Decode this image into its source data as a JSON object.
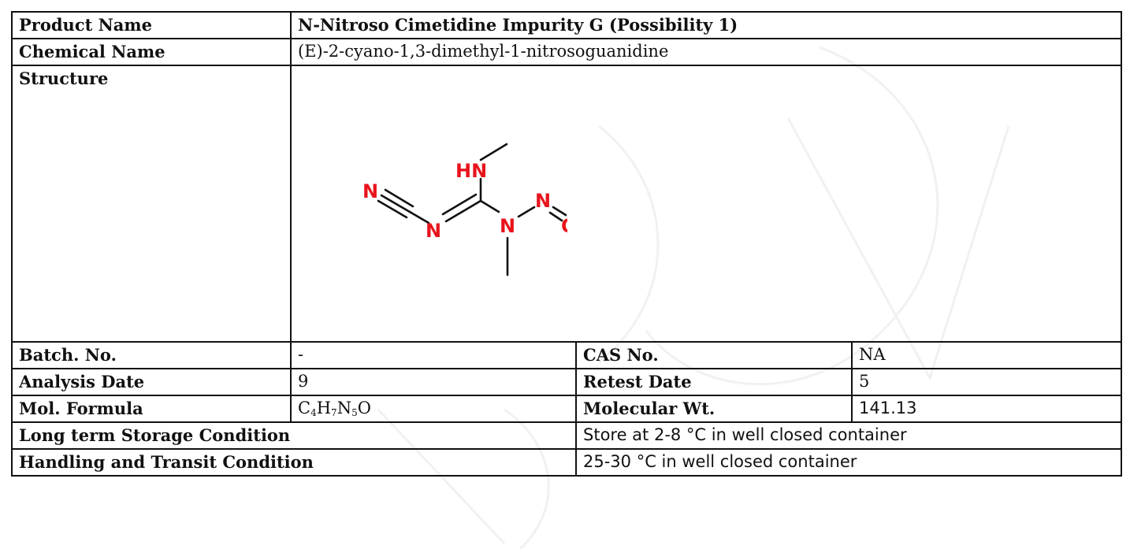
{
  "product": {
    "label": "Product Name",
    "value": "N-Nitroso Cimetidine Impurity G (Possibility 1)"
  },
  "chemical": {
    "label": "Chemical Name",
    "value": "(E)-2-cyano-1,3-dimethyl-1-nitrosoguanidine"
  },
  "structure": {
    "label": "Structure",
    "atoms": {
      "hn": "HN",
      "n_cyano": "N",
      "n_imine": "N",
      "n_amine": "N",
      "n_nitroso": "N",
      "o": "O"
    },
    "atom_color": "#e8141c"
  },
  "batch": {
    "label": "Batch. No.",
    "value": "-"
  },
  "cas": {
    "label": "CAS No.",
    "value": "NA"
  },
  "analysis": {
    "label": "Analysis Date",
    "value": "9"
  },
  "retest": {
    "label": "Retest Date",
    "value": "5"
  },
  "formula": {
    "label": "Mol. Formula",
    "c": "C",
    "c_n": "4",
    "h": "H",
    "h_n": "7",
    "n": "N",
    "n_n": "5",
    "o": "O"
  },
  "mw": {
    "label": "Molecular Wt.",
    "value": "141.13"
  },
  "storage": {
    "label": "Long term Storage Condition",
    "value": "Store at 2-8 °C in well closed container"
  },
  "handling": {
    "label": "Handling and Transit Condition",
    "value": "25-30 °C in well closed container"
  }
}
